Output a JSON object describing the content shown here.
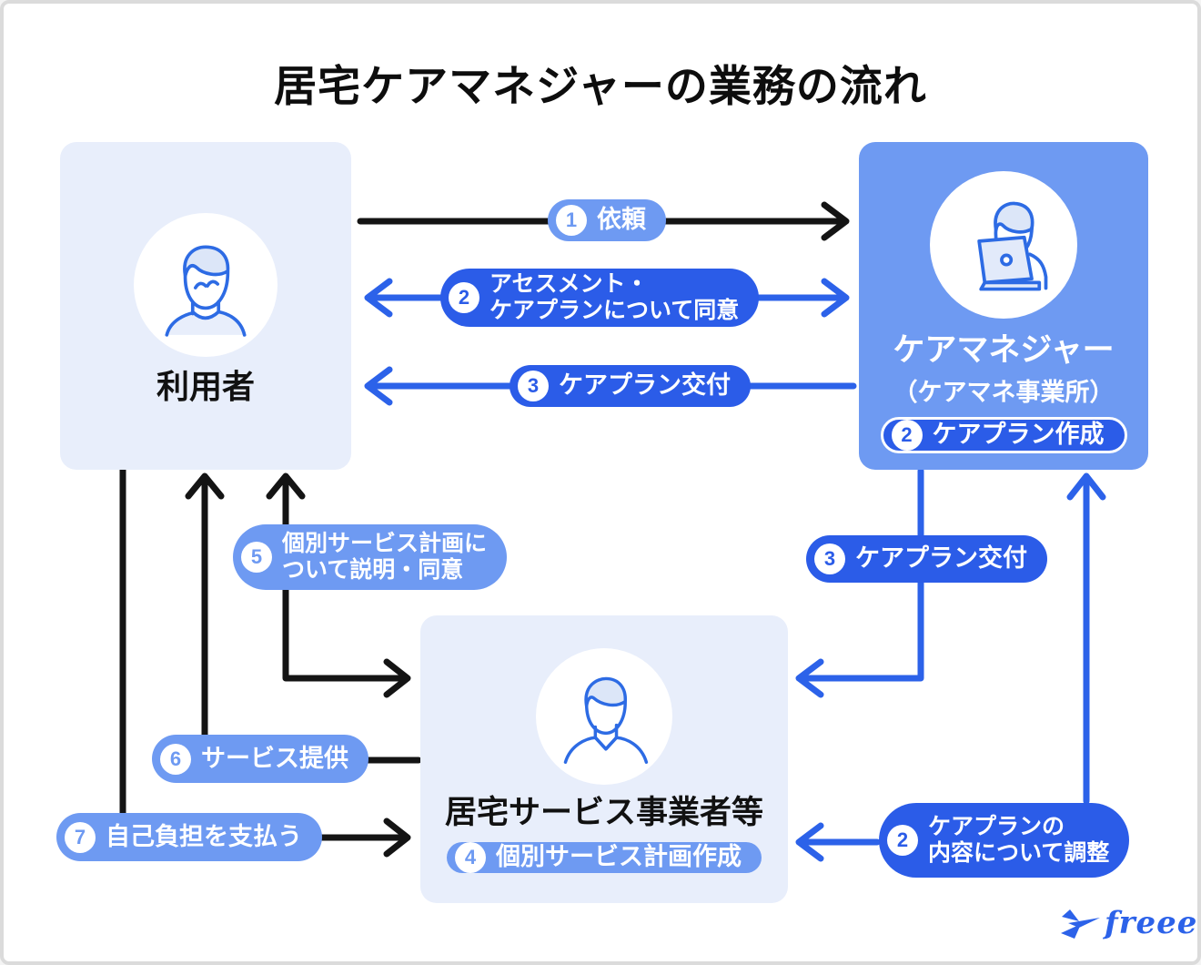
{
  "title": "居宅ケアマネジャーの業務の流れ",
  "colors": {
    "panel_light": "#e8eefb",
    "box_blue": "#6e9af2",
    "pill_dark_blue": "#2b5ce8",
    "arrow_blue": "#2c62e9",
    "arrow_black": "#141414",
    "icon_stroke": "#2d6be4",
    "logo_blue": "#2c62e9"
  },
  "nodes": {
    "user": {
      "label": "利用者"
    },
    "care_manager": {
      "label": "ケアマネジャー",
      "sublabel": "（ケアマネ事業所）",
      "badge_num": "2",
      "badge_label": "ケアプラン作成"
    },
    "service_provider": {
      "label": "居宅サービス事業者等",
      "badge_num": "4",
      "badge_label": "個別サービス計画作成"
    }
  },
  "flows": {
    "request": {
      "num": "1",
      "label": "依頼"
    },
    "assessment_consent": {
      "num": "2",
      "line1": "アセスメント・",
      "line2": "ケアプランについて同意"
    },
    "careplan_delivery_user": {
      "num": "3",
      "label": "ケアプラン交付"
    },
    "careplan_delivery_provider": {
      "num": "3",
      "label": "ケアプラン交付"
    },
    "individual_plan_consent": {
      "num": "5",
      "line1": "個別サービス計画に",
      "line2": "ついて説明・同意"
    },
    "service_provision": {
      "num": "6",
      "label": "サービス提供"
    },
    "self_payment": {
      "num": "7",
      "label": "自己負担を支払う"
    },
    "careplan_adjustment": {
      "num": "2",
      "line1": "ケアプランの",
      "line2": "内容について調整"
    }
  },
  "logo": {
    "text": "freee"
  }
}
